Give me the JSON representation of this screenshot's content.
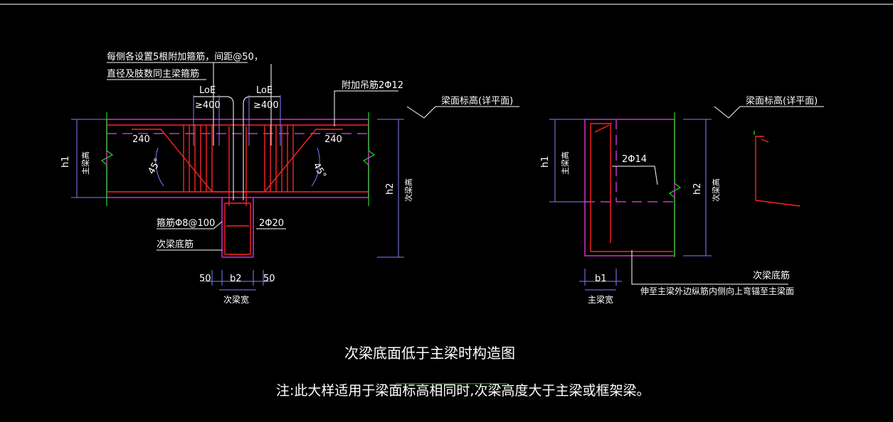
{
  "colors": {
    "background": "#000000",
    "beam": "#cc33cc",
    "rebar": "#ff2222",
    "dimension": "#8080ff",
    "breakline": "#22cc22",
    "text": "#ffffff"
  },
  "left_detail": {
    "note_line1": "每侧各设置5根附加箍筋，间距@50，",
    "note_line2": "直径及肢数同主梁箍筋",
    "loe_left": "LoE",
    "loe_right": "LoE",
    "len_left": "≥400",
    "len_right": "≥400",
    "hanger": "附加吊筋2Φ12",
    "len_240_left": "240",
    "len_240_right": "240",
    "angle_left": "45°",
    "angle_right": "45°",
    "h1": "h1",
    "main_beam_height": "主梁高",
    "h2": "h2",
    "secondary_beam_height": "次梁高",
    "stirrup": "箍筋Φ8@100",
    "bars": "2Φ20",
    "secondary_bottom_bar": "次梁底筋",
    "dim_50_left": "50",
    "dim_b2": "b2",
    "dim_50_right": "50",
    "secondary_width": "次梁宽",
    "top_elev": "梁面标高(详平面)"
  },
  "right_detail": {
    "top_elev": "梁面标高(详平面)",
    "h1": "h1",
    "main_beam_height": "主梁高",
    "h2": "h2",
    "secondary_beam_height": "次梁高",
    "bars": "2Φ14",
    "dim_b1": "b1",
    "main_width": "主梁宽",
    "bottom_bar": "次梁底筋",
    "bottom_bar_note": "伸至主梁外边纵筋内侧向上弯锚至主梁面"
  },
  "caption": {
    "title": "次梁底面低于主梁时构造图",
    "note": "注:此大样适用于梁面标高相同时,次梁高度大于主梁或框架梁。"
  }
}
